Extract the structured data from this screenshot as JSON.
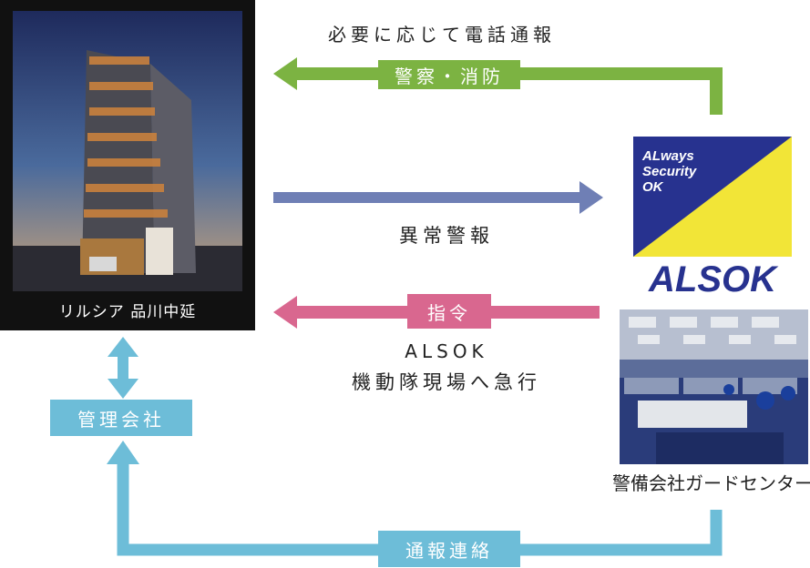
{
  "top_text": "必要に応じて電話通報",
  "labels": {
    "police_fire": "警察・消防",
    "abnormal_report": "異常警報",
    "command": "指令",
    "dispatch_line1": "ALSOK",
    "dispatch_line2": "機動隊現場へ急行",
    "management": "管理会社",
    "contact": "通報連絡"
  },
  "building": {
    "caption": "リルシア 品川中延"
  },
  "alsok": {
    "logo_line1": "ALways",
    "logo_line2": "Security",
    "logo_line3": "OK",
    "wordmark": "ALSOK"
  },
  "center": {
    "caption": "警備会社ガードセンター"
  },
  "colors": {
    "green": "#7cb342",
    "blue": "#6f7fb5",
    "pink": "#d9678f",
    "cyan": "#6dbdd8",
    "alsok_blue": "#27328f",
    "alsok_yellow": "#f2e537"
  }
}
